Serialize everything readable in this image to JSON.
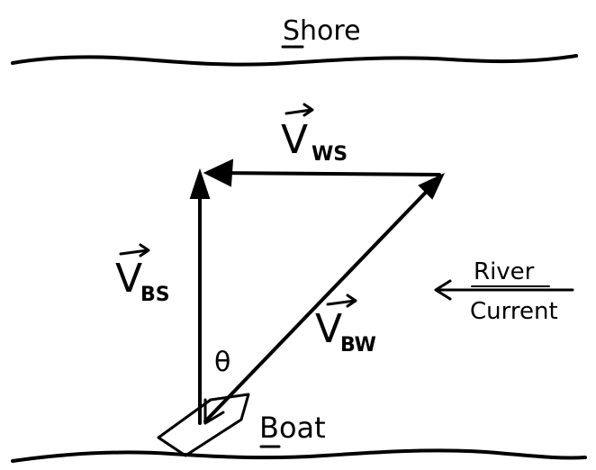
{
  "labels": {
    "shore_top": "Shore",
    "boat": "Boat",
    "river_line1": "River",
    "river_line2": "Current",
    "theta": "θ"
  },
  "vectors": {
    "ws": {
      "symbol": "V",
      "subscript": "WS"
    },
    "bs": {
      "symbol": "V",
      "subscript": "BS"
    },
    "bw": {
      "symbol": "V",
      "subscript": "BW"
    }
  }
}
